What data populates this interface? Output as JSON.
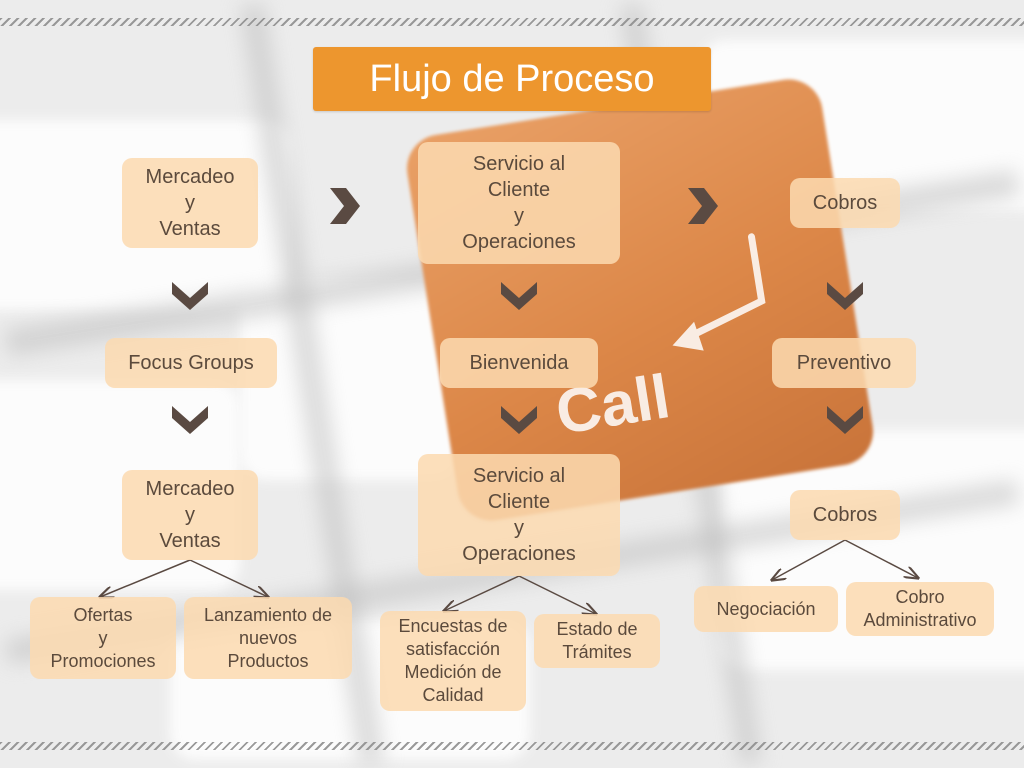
{
  "title": "Flujo de Proceso",
  "background_key_text": "Call",
  "colors": {
    "title_bg": "#ed962e",
    "box_bg": "#fbdab0",
    "text": "#5b4a3c",
    "chevron": "#5a4a42"
  },
  "columns": {
    "marketing": {
      "head": "Mercadeo\ny\nVentas",
      "step": "Focus Groups",
      "sub": "Mercadeo\ny\nVentas",
      "leaves": [
        "Ofertas\ny\nPromociones",
        "Lanzamiento de\nnuevos\nProductos"
      ]
    },
    "service": {
      "head": "Servicio al\nCliente\ny\nOperaciones",
      "step": "Bienvenida",
      "sub": "Servicio al\nCliente\ny\nOperaciones",
      "leaves": [
        "Encuestas de\nsatisfacción\nMedición de\nCalidad",
        "Estado de\nTrámites"
      ]
    },
    "collections": {
      "head": "Cobros",
      "step": "Preventivo",
      "sub": "Cobros",
      "leaves": [
        "Negociación",
        "Cobro\nAdministrativo"
      ]
    }
  }
}
